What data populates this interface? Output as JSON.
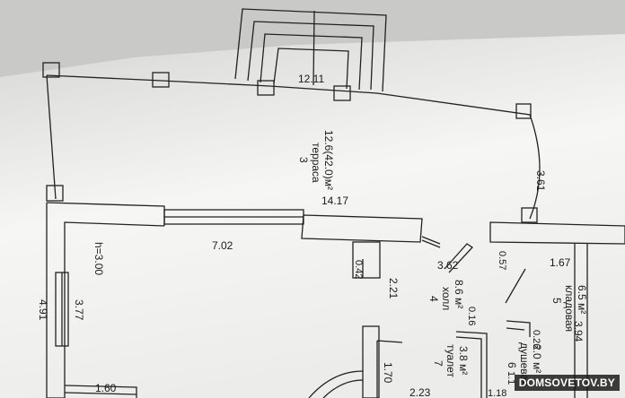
{
  "dimensions": {
    "stairs_width": "12.11",
    "terrace_width": "14.17",
    "terrace_side": "3.61",
    "room_width": "7.02",
    "room_height": "h=3.00",
    "wall_left": "4.91",
    "wall_inner": "3.77",
    "bottom_left": "1.60",
    "hall_width": "3.62",
    "hall_height": "2.21",
    "post_depth": "0.42",
    "door_gap": "0.57",
    "storage_width": "1.67",
    "storage_height": "3.94",
    "wall_thin_1": "0.16",
    "wall_thin_2": "0.26",
    "toilet_width": "1.70",
    "toilet_len": "2.23",
    "shower_width": "1.18",
    "shower_extra": "1.1"
  },
  "rooms": {
    "terrace": {
      "number": "3",
      "name": "терраса",
      "area": "12.6(42.0)м²"
    },
    "hall": {
      "number": "4",
      "name": "холл",
      "area": "8.6 м²"
    },
    "storage": {
      "number": "5",
      "name": "кладовая",
      "area": "6.5 м²"
    },
    "shower": {
      "number": "6",
      "name": "душевая",
      "area": "2.0 м²"
    },
    "toilet": {
      "number": "7",
      "name": "туалет",
      "area": "3.8 м²"
    }
  },
  "watermark": "DOMSOVETOV.BY"
}
